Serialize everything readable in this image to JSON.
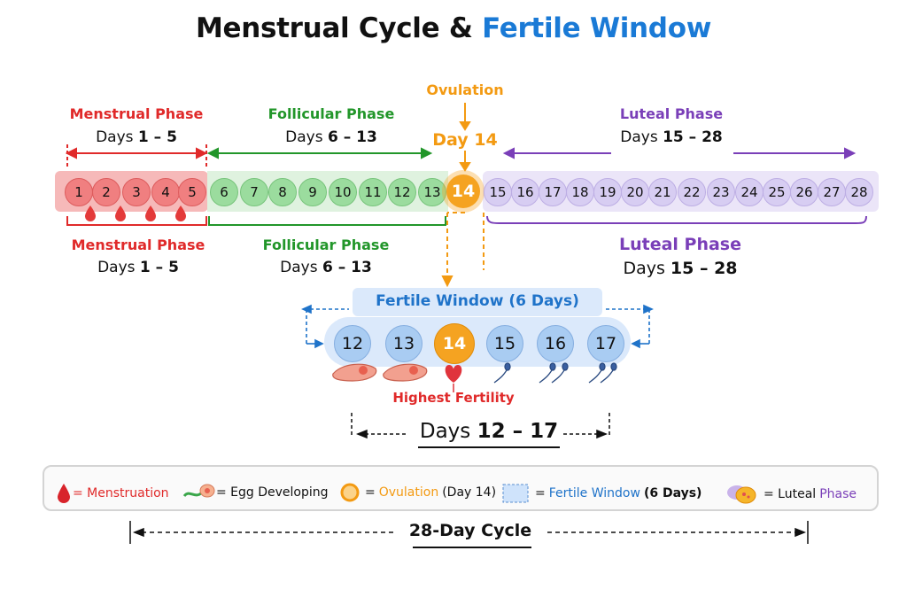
{
  "title": {
    "prefix": "Menstrual Cycle &",
    "highlight": "Fertile Window"
  },
  "phases": {
    "menstrual": {
      "label": "Menstrual Phase",
      "days_prefix": "Days",
      "days_range": "1 – 5"
    },
    "follicular": {
      "label": "Follicular Phase",
      "days_prefix": "Days",
      "days_range": "6 – 13"
    },
    "luteal": {
      "label": "Luteal Phase",
      "days_prefix": "Days",
      "days_range": "15 – 28"
    }
  },
  "ovulation": {
    "label": "Ovulation",
    "day_label": "Day 14",
    "day": "14"
  },
  "days": [
    "1",
    "2",
    "3",
    "4",
    "5",
    "6",
    "7",
    "8",
    "9",
    "10",
    "11",
    "12",
    "13",
    "14",
    "15",
    "16",
    "17",
    "18",
    "19",
    "20",
    "21",
    "22",
    "23",
    "24",
    "25",
    "26",
    "27",
    "28"
  ],
  "fertile_window": {
    "label": "Fertile Window (6 Days)",
    "days": [
      "12",
      "13",
      "14",
      "15",
      "16",
      "17"
    ],
    "highest_label": "Highest Fertility",
    "range_prefix": "Days",
    "range": "12 – 17"
  },
  "legend": {
    "menstruation": "= Menstruation",
    "egg": "= Egg Developing",
    "ovulation_eq": "=",
    "ovulation_word": "Ovulation",
    "ovulation_day": "(Day 14)",
    "fertile_eq": "=",
    "fertile_word": "Fertile Window",
    "fertile_days": "(6 Days)",
    "luteal_eq": "= Luteal",
    "luteal_word": "Phase"
  },
  "cycle_label": "28-Day Cycle",
  "colors": {
    "menstrual": "#e02a2a",
    "follicular": "#22962a",
    "luteal": "#7a3fb8",
    "ovulation": "#f39a12",
    "fertile": "#1f73c9"
  }
}
